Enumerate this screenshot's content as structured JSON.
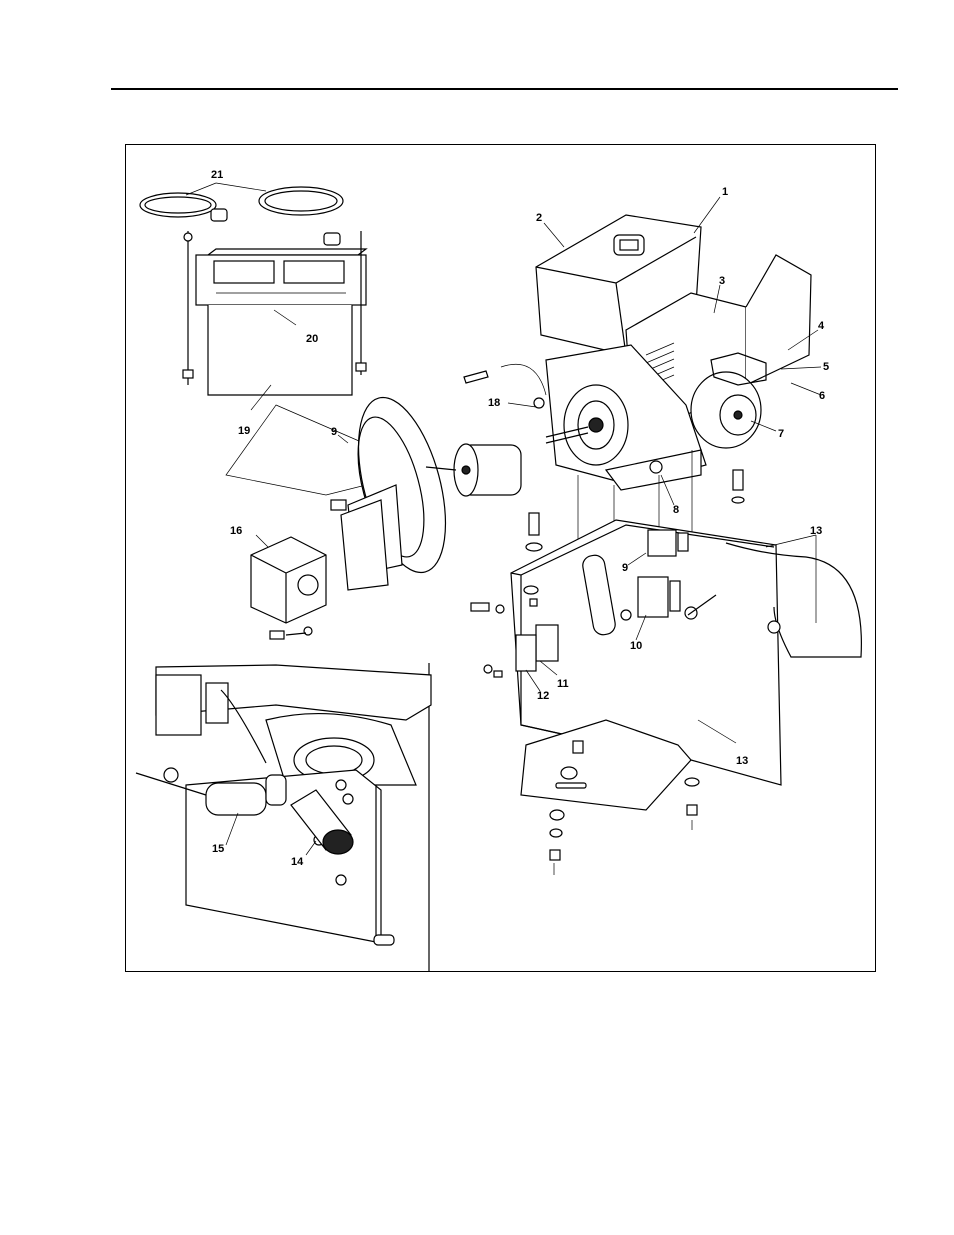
{
  "callouts": [
    "1",
    "2",
    "3",
    "4",
    "5",
    "6",
    "7",
    "8",
    "9",
    "9",
    "10",
    "11",
    "12",
    "13",
    "13",
    "14",
    "15",
    "16",
    "18",
    "19",
    "20",
    "21"
  ]
}
